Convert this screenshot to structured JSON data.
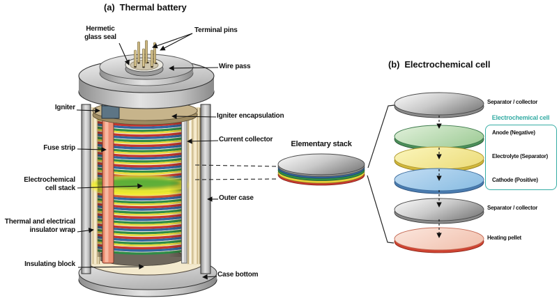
{
  "panel_a": {
    "title": "(a)  Thermal battery",
    "labels": {
      "hermetic_glass_seal": "Hermetic\nglass seal",
      "terminal_pins": "Terminal pins",
      "wire_pass": "Wire pass",
      "igniter": "Igniter",
      "igniter_encapsulation": "Igniter encapsulation",
      "fuse_strip": "Fuse strip",
      "current_collector": "Current collector",
      "electrochemical_cell_stack": "Electrochemical\ncell stack",
      "outer_case": "Outer case",
      "thermal_insulator_wrap": "Thermal and electrical\ninsulator wrap",
      "insulating_block": "Insulating block",
      "case_bottom": "Case bottom",
      "elementary_stack": "Elementary stack"
    }
  },
  "panel_b": {
    "title": "(b)  Electrochemical cell",
    "group_label": "Electrochemical cell",
    "accent_teal": "#35aca4",
    "layers": [
      {
        "name": "Separator / collector",
        "color": "#b9b9b9"
      },
      {
        "name": "Anode (Negative)",
        "color": "#cde6c8"
      },
      {
        "name": "Electrolyte (Separator)",
        "color": "#f8f1a6"
      },
      {
        "name": "Cathode (Positive)",
        "color": "#aed3ee"
      },
      {
        "name": "Separator / collector",
        "color": "#b9b9b9"
      },
      {
        "name": "Heating pellet",
        "color": "#f9dfd4"
      }
    ]
  },
  "artwork": {
    "stripe_cycle": [
      {
        "color": "#2f8c46",
        "h": 3.3
      },
      {
        "color": "#e8d73c",
        "h": 2.8
      },
      {
        "color": "#f3efe2",
        "h": 0.9
      },
      {
        "color": "#c5362f",
        "h": 3.4
      },
      {
        "color": "#33669f",
        "h": 3.4
      },
      {
        "color": "#f3efe2",
        "h": 0.9
      }
    ],
    "fuse_strip_color": "#ec8f73",
    "case_color": "#c9c9c9",
    "insulator_color": "#ece0bd",
    "encapsulation_color": "#c7b48b",
    "igniter_color": "#5d7585",
    "glow_yellow": "#f6ef2e",
    "glow_green": "#45a53a"
  }
}
